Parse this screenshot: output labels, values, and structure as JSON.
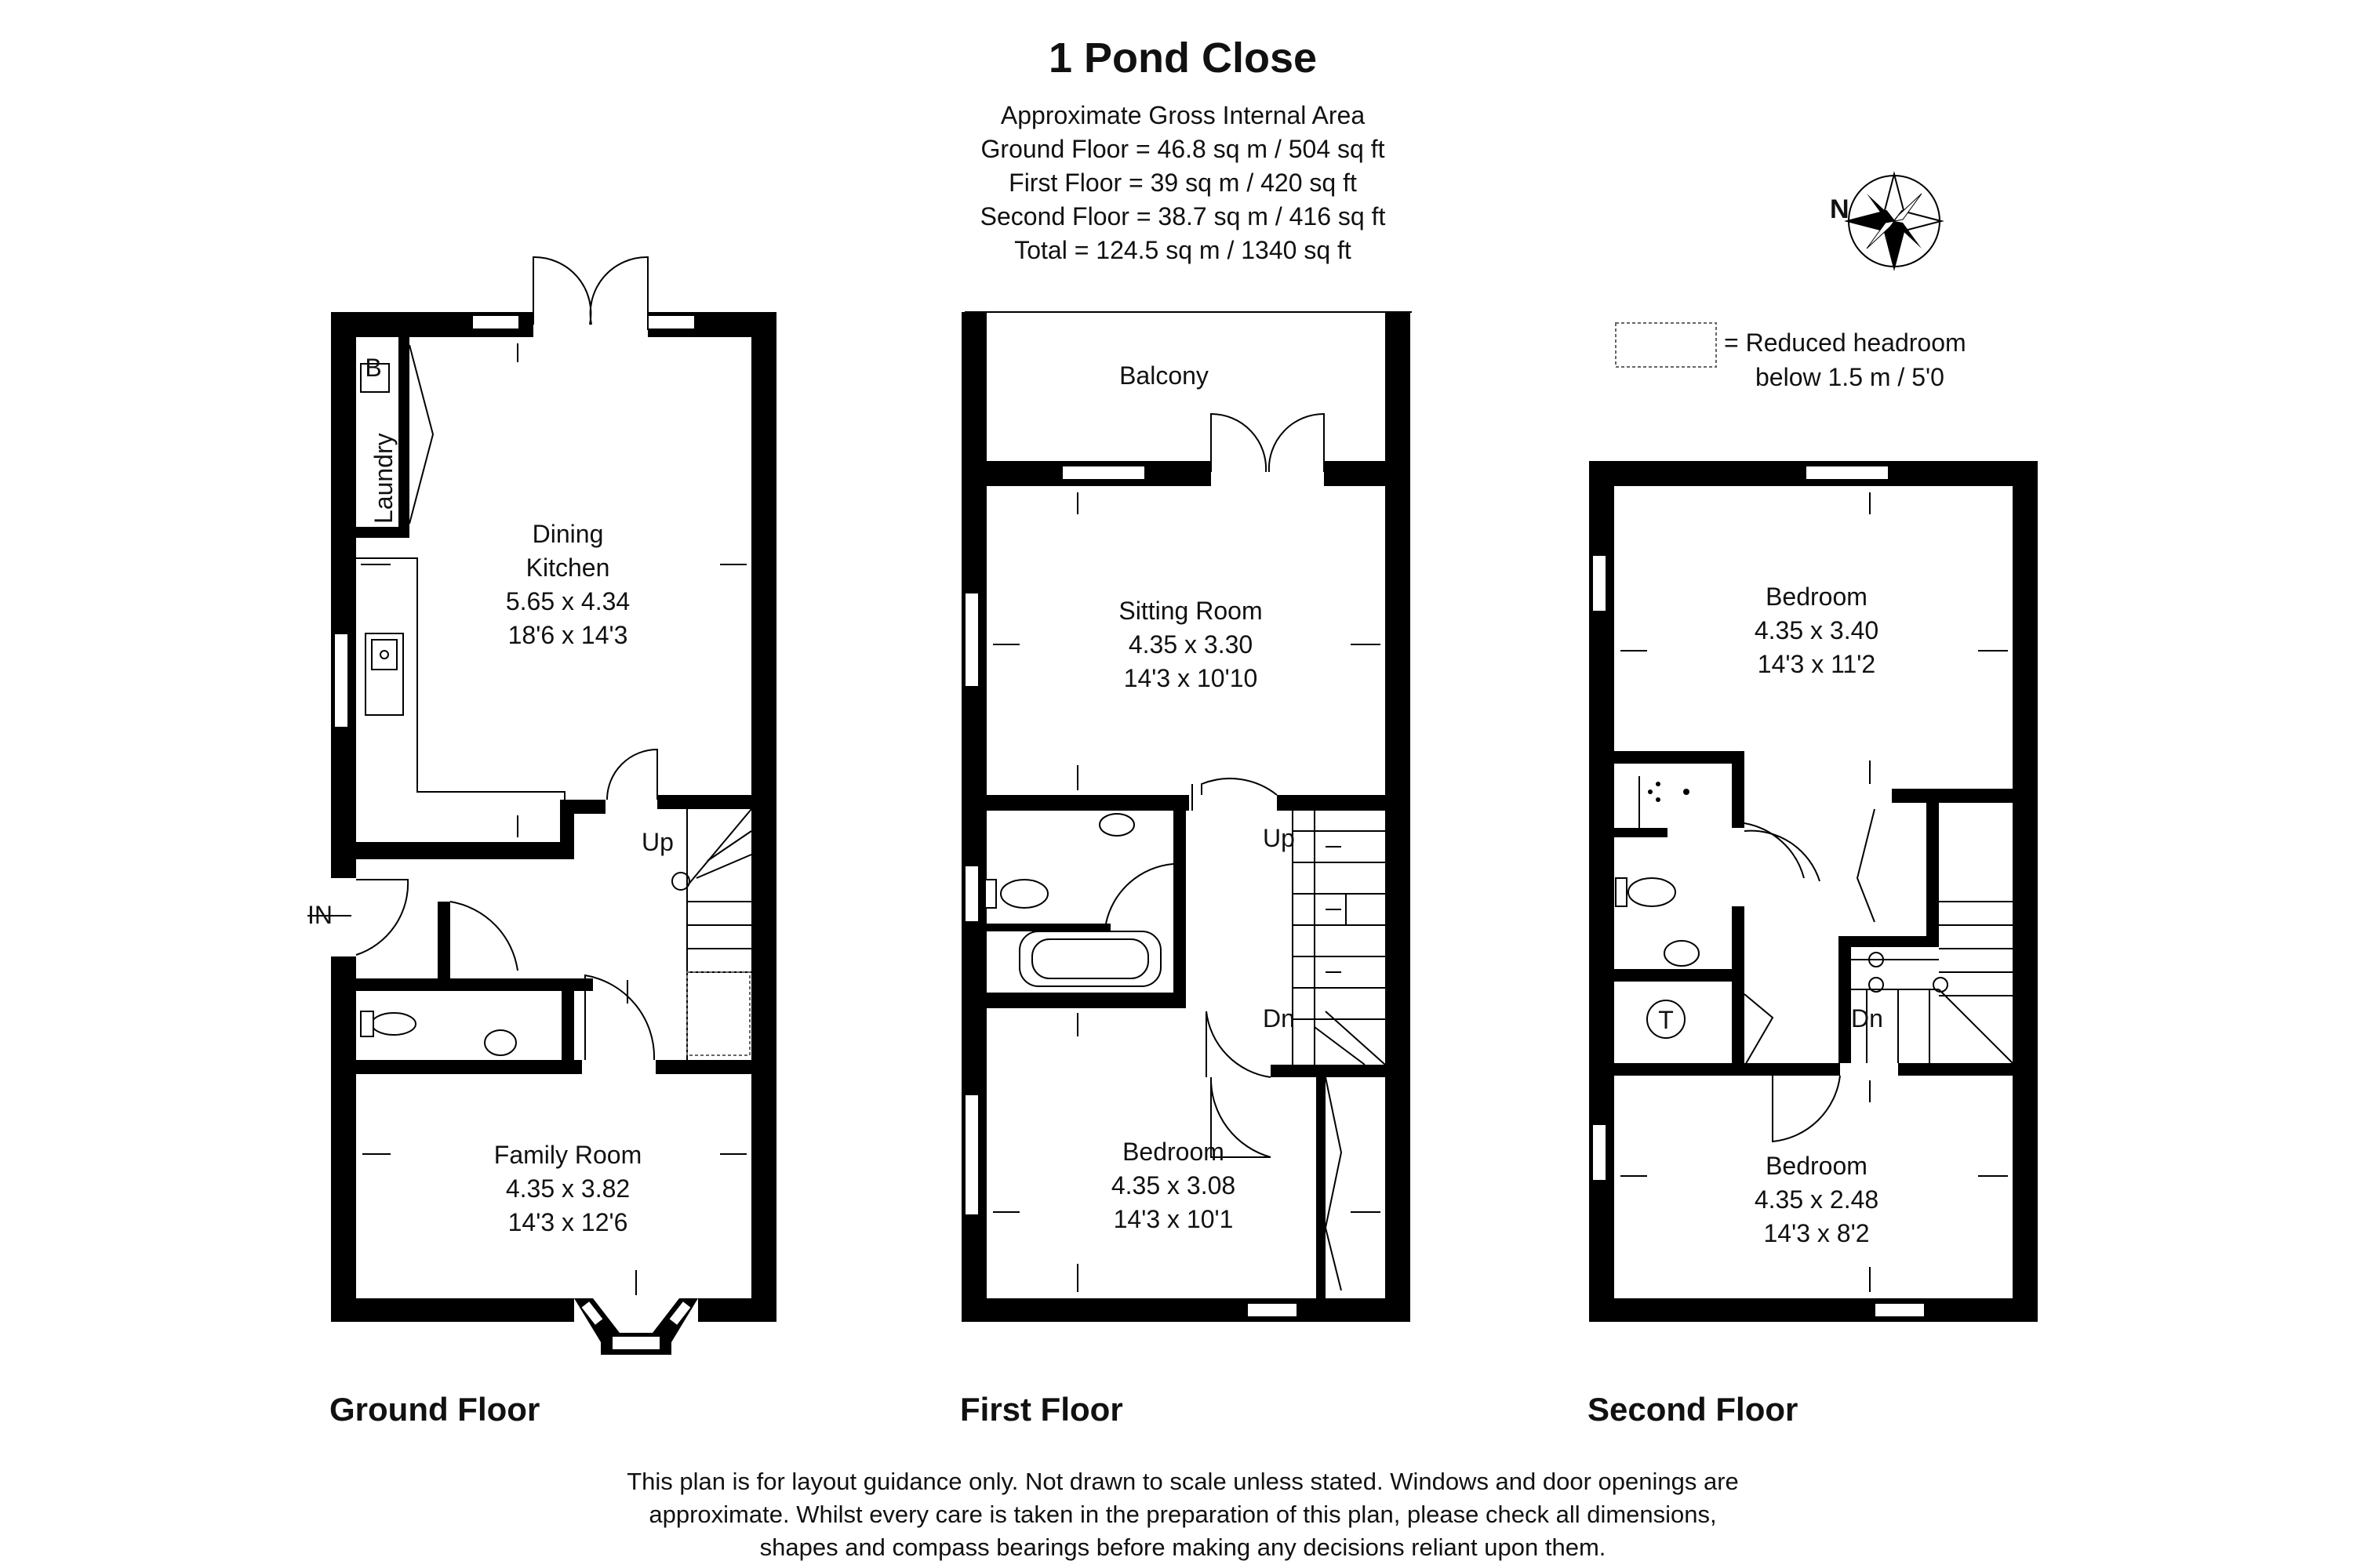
{
  "title": "1 Pond Close",
  "areas": [
    "Approximate Gross Internal Area",
    "Ground Floor = 46.8 sq m / 504 sq ft",
    "First Floor = 39 sq m / 420 sq ft",
    "Second Floor = 38.7 sq m / 416 sq ft",
    "Total = 124.5 sq m / 1340 sq ft"
  ],
  "compass": {
    "label": "N"
  },
  "legend": {
    "line1": "=  Reduced headroom",
    "line2": "below 1.5 m / 5'0"
  },
  "ground_floor": {
    "label": "Ground Floor",
    "b_mark": "B",
    "laundry": "Laundry",
    "entrance": "IN",
    "stairs_up": "Up",
    "dining_kitchen": [
      "Dining",
      "Kitchen",
      "5.65 x 4.34",
      "18'6 x 14'3"
    ],
    "family_room": [
      "Family Room",
      "4.35 x 3.82",
      "14'3 x 12'6"
    ]
  },
  "first_floor": {
    "label": "First Floor",
    "balcony": "Balcony",
    "stairs_up": "Up",
    "stairs_down": "Dn",
    "sitting_room": [
      "Sitting Room",
      "4.35 x 3.30",
      "14'3 x 10'10"
    ],
    "bedroom": [
      "Bedroom",
      "4.35 x 3.08",
      "14'3 x 10'1"
    ]
  },
  "second_floor": {
    "label": "Second Floor",
    "stairs_down": "Dn",
    "tank": "T",
    "bedroom1": [
      "Bedroom",
      "4.35 x 3.40",
      "14'3 x 11'2"
    ],
    "bedroom2": [
      "Bedroom",
      "4.35 x 2.48",
      "14'3 x 8'2"
    ]
  },
  "disclaimer": [
    "This plan is for layout guidance only. Not drawn to scale unless stated. Windows and door openings are",
    "approximate. Whilst every care is taken in the preparation of this plan, please check all dimensions,",
    "shapes and compass bearings before making any decisions reliant upon them."
  ]
}
